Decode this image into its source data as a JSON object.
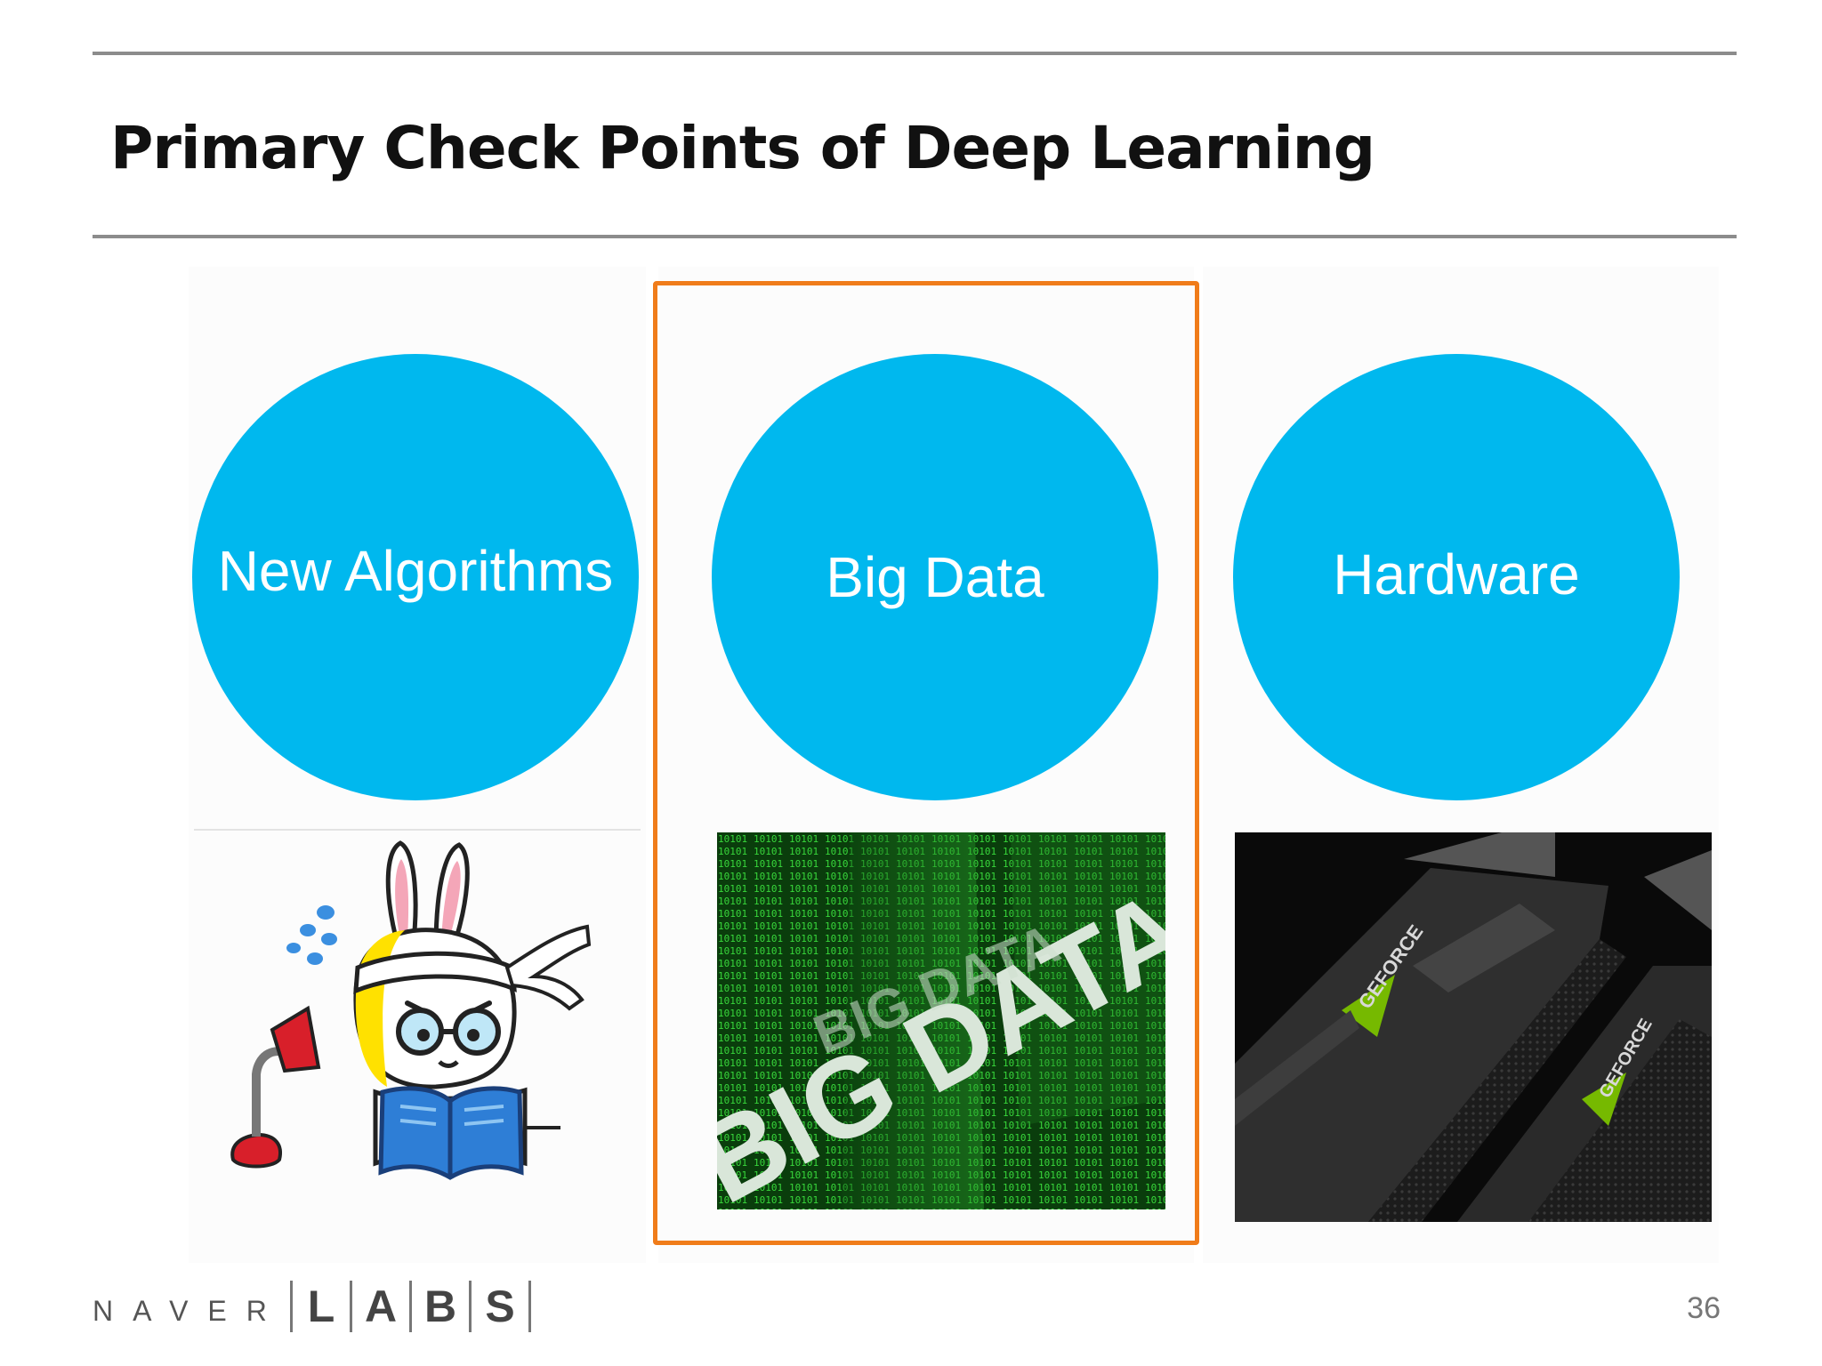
{
  "slide": {
    "title": "Primary Check Points of Deep Learning",
    "page_number": "36"
  },
  "checkpoints": [
    {
      "label": "New Algorithms",
      "image_icon": "studying-rabbit-icon"
    },
    {
      "label": "Big Data",
      "image_icon": "big-data-binary-icon",
      "highlighted": true
    },
    {
      "label": "Hardware",
      "image_icon": "geforce-gpu-icon"
    }
  ],
  "footer": {
    "brand": "NAVER",
    "labs_letters": [
      "L",
      "A",
      "B",
      "S"
    ]
  },
  "colors": {
    "circle": "#00b8ee",
    "highlight": "#f07c1a",
    "rule": "#8c8c8c"
  }
}
